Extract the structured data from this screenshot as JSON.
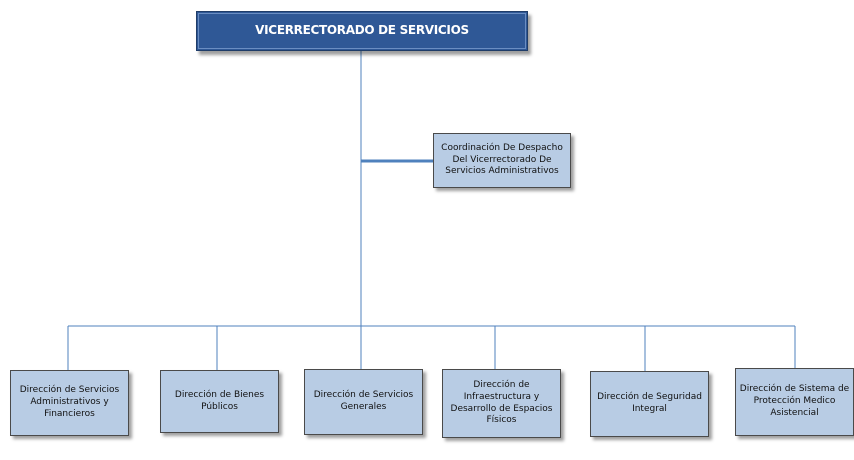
{
  "org_chart": {
    "root": {
      "label": "VICERRECTORADO DE SERVICIOS"
    },
    "staff_unit": {
      "label": "Coordinación De Despacho Del Vicerrectorado De Servicios Administrativos"
    },
    "units": [
      {
        "label": "Dirección de Servicios Administrativos y Financieros"
      },
      {
        "label": "Dirección de Bienes Públicos"
      },
      {
        "label": "Dirección de Servicios Generales"
      },
      {
        "label": "Dirección de Infraestructura y Desarrollo de Espacios Físicos"
      },
      {
        "label": "Dirección de Seguridad Integral"
      },
      {
        "label": "Dirección de Sistema de Protección Medico Asistencial"
      }
    ]
  },
  "colors": {
    "root_fill": "#2F5896",
    "root_text": "#FFFFFF",
    "box_fill": "#B8CCE4",
    "box_border": "#4A4A4A",
    "connector": "#4F81BD"
  }
}
